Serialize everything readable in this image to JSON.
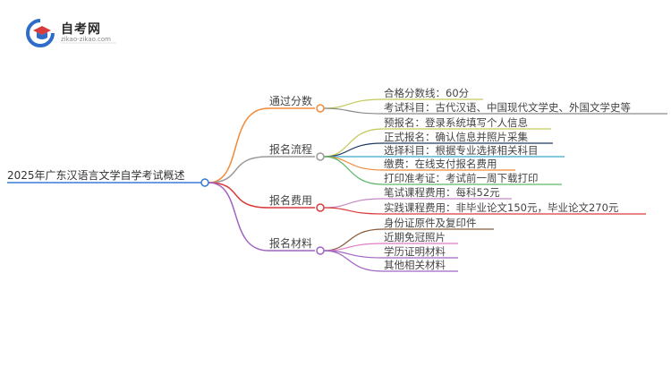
{
  "logo": {
    "name": "自考网",
    "url": "zikao-zikao.com",
    "icon": "graduation-cap-icon",
    "colors": {
      "primary": "#2f6cc9",
      "accent": "#d83b3b"
    }
  },
  "mindmap": {
    "root": "2025年广东汉语言文学自学考试概述",
    "branches": [
      {
        "label": "通过分数",
        "color": "#f08b3a",
        "leaves": [
          {
            "text": "合格分数线：60分",
            "color": "#c4c95a"
          },
          {
            "text": "考试科目：古代汉语、中国现代文学史、外国文学史等",
            "color": "#8a8a8a"
          }
        ]
      },
      {
        "label": "报名流程",
        "color": "#9a9a9a",
        "leaves": [
          {
            "text": "预报名：登录系统填写个人信息",
            "color": "#c4c95a"
          },
          {
            "text": "正式报名：确认信息并照片采集",
            "color": "#1f3a5f"
          },
          {
            "text": "选择科目：根据专业选择相关科目",
            "color": "#3aa7c9"
          },
          {
            "text": "缴费：在线支付报名费用",
            "color": "#f08b3a"
          },
          {
            "text": "打印准考证：考试前一周下载打印",
            "color": "#5db96a"
          }
        ]
      },
      {
        "label": "报名费用",
        "color": "#d93b3b",
        "leaves": [
          {
            "text": "笔试课程费用：每科52元",
            "color": "#c48ac4"
          },
          {
            "text": "实践课程费用：非毕业论文150元，毕业论文270元",
            "color": "#d93b3b"
          }
        ]
      },
      {
        "label": "报名材料",
        "color": "#a064c4",
        "leaves": [
          {
            "text": "身份证原件及复印件",
            "color": "#8a5a3a"
          },
          {
            "text": "近期免冠照片",
            "color": "#e07ac4"
          },
          {
            "text": "学历证明材料",
            "color": "#a064c4"
          },
          {
            "text": "其他相关材料",
            "color": "#a064c4"
          }
        ]
      }
    ]
  }
}
